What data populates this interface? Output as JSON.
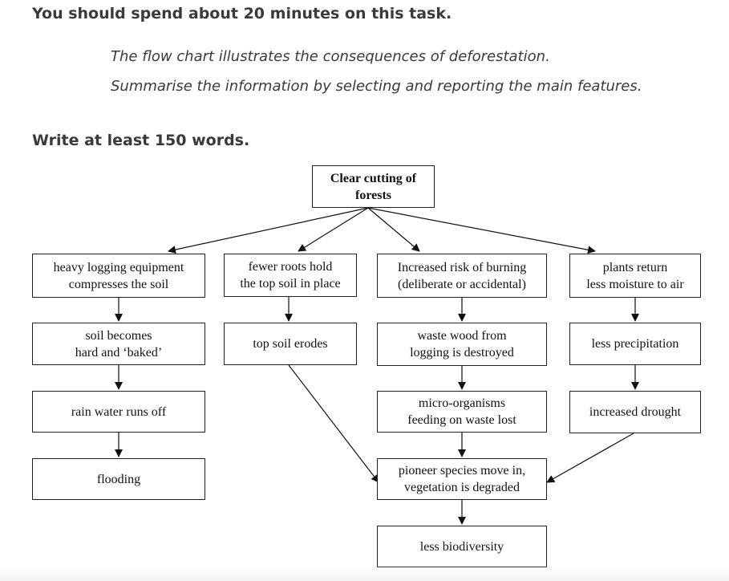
{
  "instructions": {
    "time": "You should spend about 20 minutes on this task.",
    "prompt_line1": "The flow chart illustrates the consequences of deforestation.",
    "prompt_line2": "Summarise the information by selecting and reporting the main features.",
    "word_count": "Write at least 150 words."
  },
  "flowchart": {
    "root": "Clear cutting of\nforests",
    "col1": [
      "heavy logging equipment\ncompresses the soil",
      "soil becomes\nhard and ‘baked’",
      "rain water runs off",
      "flooding"
    ],
    "col2": [
      "fewer roots hold\nthe top soil in place",
      "top soil erodes"
    ],
    "col3": [
      "Increased risk of burning\n(deliberate or accidental)",
      "waste wood from\nlogging is destroyed",
      "micro-organisms\nfeeding on waste lost",
      "pioneer species move in,\nvegetation is degraded",
      "less biodiversity"
    ],
    "col4": [
      "plants return\nless moisture to air",
      "less precipitation",
      "increased drought"
    ]
  }
}
